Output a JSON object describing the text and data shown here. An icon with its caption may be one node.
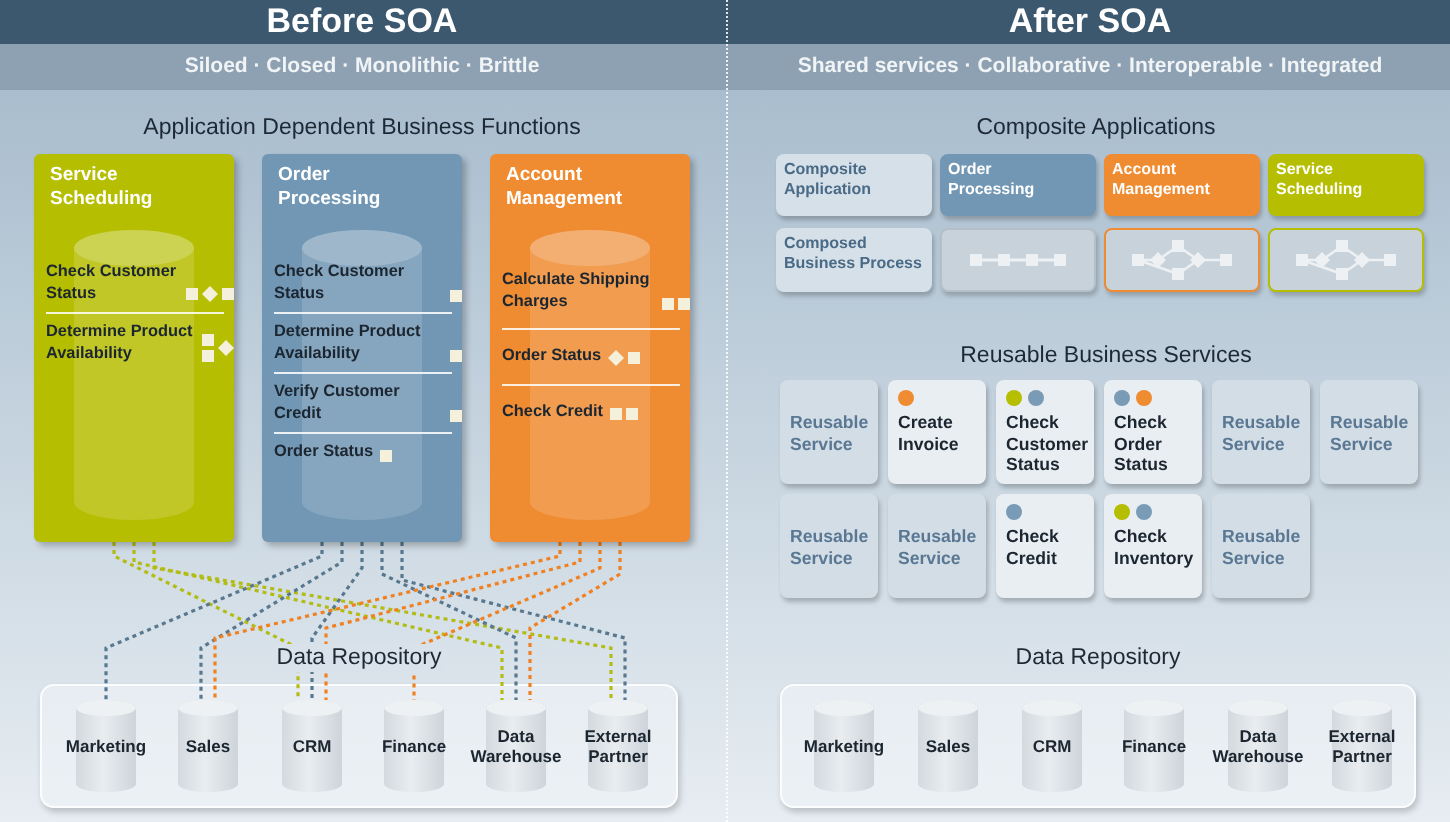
{
  "diagram": {
    "nodes": [
      {
        "text": [
          "Before SOA",
          "Siloed · Closed · Monolithic · Brittle"
        ]
      },
      {
        "text": [
          "Service Scheduling",
          "Check Customer Status",
          "Determine Product Availability"
        ],
        "in": 0
      },
      {
        "text": [
          "Order Processing",
          "Check Customer Status",
          "Determine Product Availability",
          "Verify Customer Credit",
          "Order Status"
        ],
        "in": 0
      },
      {
        "text": [
          "Account Management",
          "Calculate Shipping Charges",
          "Order Status",
          "Check Credit"
        ],
        "in": 0
      },
      {
        "text": [
          "Data Repository"
        ],
        "in": 0
      },
      {
        "text": [
          "Marketing"
        ],
        "in": 4
      },
      {
        "text": [
          "Sales"
        ],
        "in": 4
      },
      {
        "text": [
          "CRM"
        ],
        "in": 4
      },
      {
        "text": [
          "Finance"
        ],
        "in": 4
      },
      {
        "text": [
          "Data Warehouse"
        ],
        "in": 4
      },
      {
        "text": [
          "External Partner"
        ],
        "in": 4
      },
      {
        "text": [
          "After SOA",
          "Shared services · Collaborative · Interoperable · Integrated"
        ]
      },
      {
        "text": [
          "Composite Application"
        ],
        "in": 11
      },
      {
        "text": [
          "Order Processing"
        ],
        "in": 11
      },
      {
        "text": [
          "Account Management"
        ],
        "in": 11
      },
      {
        "text": [
          "Service Scheduling"
        ],
        "in": 11
      },
      {
        "text": [
          "Composed Business Process"
        ],
        "in": 11
      },
      {
        "text": [],
        "shape": "box",
        "in": 11
      },
      {
        "text": [],
        "shape": "box",
        "in": 11
      },
      {
        "text": [],
        "shape": "box",
        "in": 11
      },
      {
        "text": [
          "Reusable Service"
        ],
        "in": 11
      },
      {
        "text": [
          "Create Invoice"
        ],
        "in": 11
      },
      {
        "text": [
          "Check Customer Status"
        ],
        "in": 11
      },
      {
        "text": [
          "Check Order Status"
        ],
        "in": 11
      },
      {
        "text": [
          "Reusable Service"
        ],
        "in": 11
      },
      {
        "text": [
          "Reusable Service"
        ],
        "in": 11
      },
      {
        "text": [
          "Reusable Service"
        ],
        "in": 11
      },
      {
        "text": [
          "Reusable Service"
        ],
        "in": 11
      },
      {
        "text": [
          "Check Credit"
        ],
        "in": 11
      },
      {
        "text": [
          "Check Inventory"
        ],
        "in": 11
      },
      {
        "text": [
          "Reusable Service"
        ],
        "in": 11
      },
      {
        "text": [
          "Data Repository"
        ],
        "in": 11
      },
      {
        "text": [
          "Marketing"
        ],
        "in": 31
      },
      {
        "text": [
          "Sales"
        ],
        "in": 31
      },
      {
        "text": [
          "CRM"
        ],
        "in": 31
      },
      {
        "text": [
          "Finance"
        ],
        "in": 31
      },
      {
        "text": [
          "Data Warehouse"
        ],
        "in": 31
      },
      {
        "text": [
          "External Partner"
        ],
        "in": 31
      }
    ],
    "edges": [
      {
        "from": 1,
        "to": 7,
        "arrow": "none",
        "style": "dashed",
        "color": "#b3bc14"
      },
      {
        "from": 1,
        "to": 9,
        "arrow": "none",
        "style": "dashed",
        "color": "#b3bc14"
      },
      {
        "from": 1,
        "to": 10,
        "arrow": "none",
        "style": "dashed",
        "color": "#b3bc14"
      },
      {
        "from": 2,
        "to": 5,
        "arrow": "none",
        "style": "dashed",
        "color": "#58788f"
      },
      {
        "from": 2,
        "to": 6,
        "arrow": "none",
        "style": "dashed",
        "color": "#58788f"
      },
      {
        "from": 2,
        "to": 7,
        "arrow": "none",
        "style": "dashed",
        "color": "#58788f"
      },
      {
        "from": 2,
        "to": 9,
        "arrow": "none",
        "style": "dashed",
        "color": "#58788f"
      },
      {
        "from": 2,
        "to": 10,
        "arrow": "none",
        "style": "dashed",
        "color": "#58788f"
      },
      {
        "from": 3,
        "to": 6,
        "arrow": "none",
        "style": "dashed",
        "color": "#f08020"
      },
      {
        "from": 3,
        "to": 7,
        "arrow": "none",
        "style": "dashed",
        "color": "#f08020"
      },
      {
        "from": 3,
        "to": 8,
        "arrow": "none",
        "style": "dashed",
        "color": "#f08020"
      },
      {
        "from": 3,
        "to": 9,
        "arrow": "none",
        "style": "dashed",
        "color": "#f08020"
      }
    ],
    "labels": [
      "Application Dependent Business Functions",
      "Composite Applications",
      "Reusable Business Services"
    ]
  }
}
